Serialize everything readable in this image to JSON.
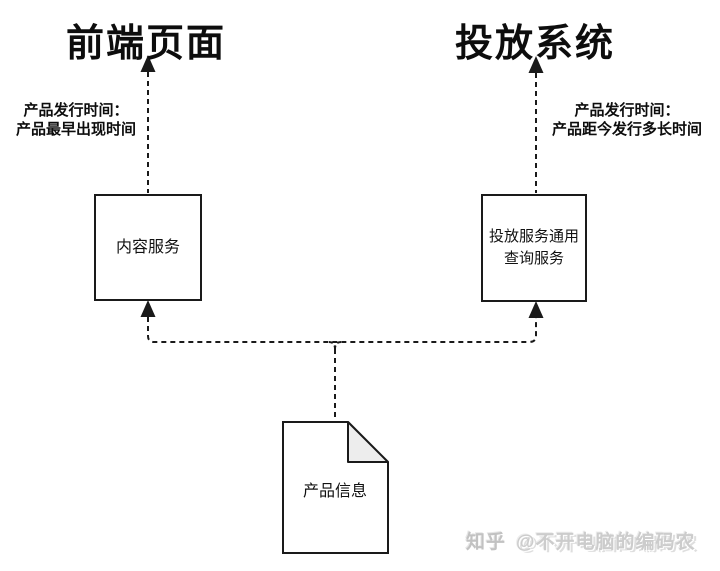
{
  "titles": {
    "left": "前端页面",
    "right": "投放系统"
  },
  "labels": {
    "left": {
      "line1": "产品发行时间：",
      "line2": "产品最早出现时间"
    },
    "right": {
      "line1": "产品发行时间：",
      "line2": "产品距今发行多长时间"
    }
  },
  "nodes": {
    "left_box": "内容服务",
    "right_box_line1": "投放服务通用",
    "right_box_line2": "查询服务",
    "document": "产品信息"
  },
  "watermark": {
    "brand": "知乎",
    "handle": "@不开电脑的编码农"
  },
  "colors": {
    "background": "#ffffff",
    "line": "#1a1a1a",
    "text": "#0d0d0d",
    "document_fold_fill": "#ededed",
    "watermark_gray": "#c6c6c6"
  }
}
